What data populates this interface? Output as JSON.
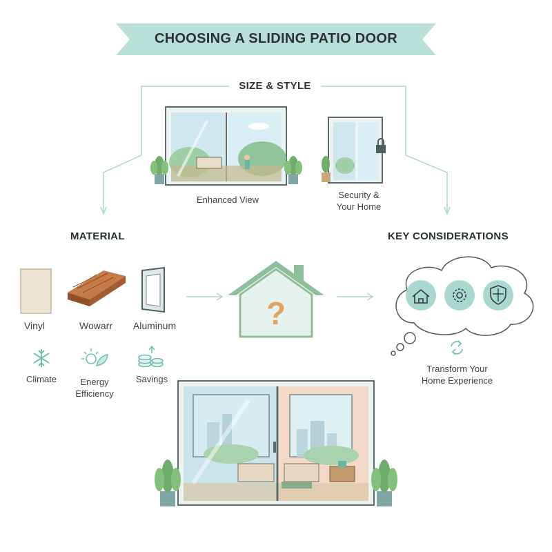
{
  "title": "CHOOSING A SLIDING PATIO DOOR",
  "size_style": {
    "heading": "SIZE & STYLE",
    "view_label": "Enhanced View",
    "security_label_line1": "Security &",
    "security_label_line2": "Your Home"
  },
  "material": {
    "heading": "MATERIAL",
    "items": [
      {
        "label": "Vinyl",
        "icon": "vinyl-swatch-icon"
      },
      {
        "label": "Wowarr",
        "icon": "wood-plank-icon"
      },
      {
        "label": "Aluminum",
        "icon": "aluminum-frame-icon"
      }
    ],
    "benefits": [
      {
        "label": "Climate",
        "icon": "snowflake-icon"
      },
      {
        "label_line1": "Energy",
        "label_line2": "Efficiency",
        "icon": "sun-leaf-icon"
      },
      {
        "label": "Savings",
        "icon": "coins-icon"
      }
    ]
  },
  "center": {
    "icon": "house-question-icon",
    "glyph": "?"
  },
  "key_considerations": {
    "heading": "KEY CONSIDERATIONS",
    "icons": [
      "home-icon",
      "gear-icon",
      "shield-icon"
    ],
    "transform_line1": "Transform Your",
    "transform_line2": "Home Experience"
  },
  "colors": {
    "mint": "#a8d8cf",
    "teal": "#7fbfb3",
    "house_green": "#8cbf9a",
    "house_fill": "#e6f2ee",
    "question": "#e0a560",
    "wood": "#b86a3c",
    "ink": "#2f3b3b"
  }
}
